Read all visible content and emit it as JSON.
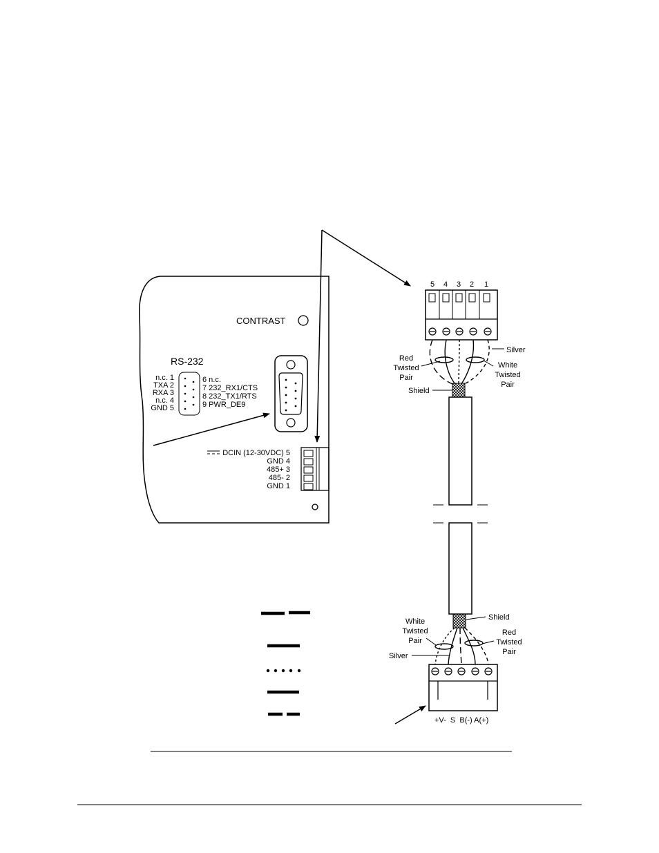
{
  "controller": {
    "contrast_label": "CONTRAST",
    "rs232_title": "RS-232",
    "rs232_left_pins": [
      "n.c. 1",
      "TXA 2",
      "RXA 3",
      "n.c. 4",
      "GND 5"
    ],
    "rs232_right_pins": [
      "6 n.c.",
      "7 232_RX1/CTS",
      "8 232_TX1/RTS",
      "9 PWR_DE9"
    ],
    "terminal_pins": [
      "DCIN (12-30VDC) 5",
      "GND 4",
      "485+ 3",
      "485- 2",
      "GND 1"
    ]
  },
  "top_connector": {
    "pin_numbers": [
      "5",
      "4",
      "3",
      "2",
      "1"
    ],
    "silver_label": "Silver",
    "red_pair_label": [
      "Red",
      "Twisted",
      "Pair"
    ],
    "white_pair_label": [
      "White",
      "Twisted",
      "Pair"
    ],
    "shield_label": "Shield"
  },
  "bottom_connector": {
    "shield_label": "Shield",
    "white_pair_label": [
      "White",
      "Twisted",
      "Pair"
    ],
    "red_pair_label": [
      "Red",
      "Twisted",
      "Pair"
    ],
    "silver_label": "Silver",
    "pin_labels": "+V-  S  B(-) A(+)"
  },
  "legend": {
    "line_styles": [
      "long-dash",
      "solid",
      "dotted",
      "solid",
      "short-dash"
    ]
  }
}
